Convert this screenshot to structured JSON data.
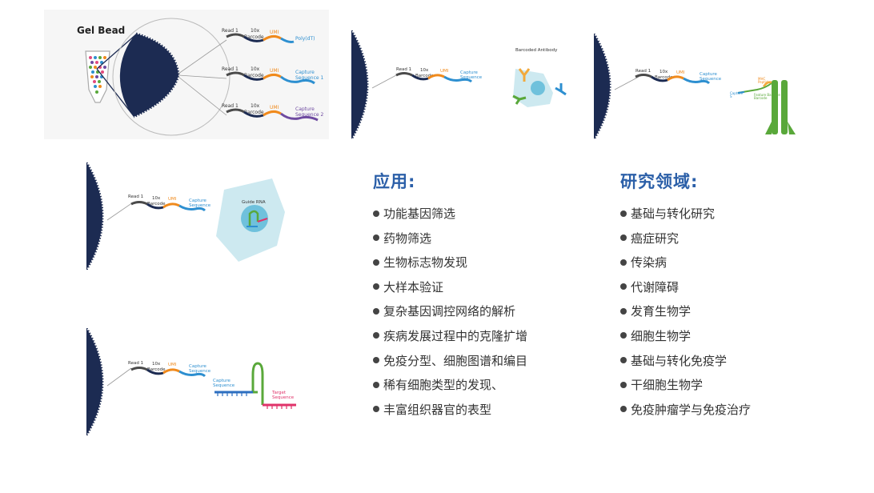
{
  "labels": {
    "gel_bead": "Gel Bead",
    "read1": "Read 1",
    "x10": "10x",
    "barcode": "Barcode",
    "umi": "UMI",
    "polydt": "Poly(dT)",
    "capture": "Capture",
    "sequence": "Sequence",
    "sequence1": "Sequence 1",
    "sequence2": "Sequence 2",
    "barcoded_antibody": "Barcoded Antibody",
    "guide_rna": "Guide RNA",
    "target": "Target",
    "mhc_a": "MHC",
    "mhc_b": "Peptide",
    "capture_s": "Capture",
    "s_label": "S",
    "feature_barcode": "Feature Barcode",
    "feat_b": "Barcode"
  },
  "colors": {
    "navy": "#1c2b52",
    "gray_strand": "#4a4a4a",
    "orange": "#f08a1c",
    "blue": "#2d8fd0",
    "purple": "#6e4aa0",
    "green": "#59a83a",
    "pink": "#e0336a",
    "accent_title": "#2b5fa8"
  },
  "applications": {
    "title": "应用:",
    "items": [
      "功能基因筛选",
      "药物筛选",
      "生物标志物发现",
      "大样本验证",
      "复杂基因调控网络的解析",
      "疾病发展过程中的克隆扩增",
      "免疫分型、细胞图谱和编目",
      "稀有细胞类型的发现、",
      "丰富组织器官的表型"
    ]
  },
  "research": {
    "title": "研究领域:",
    "items": [
      "基础与转化研究",
      "癌症研究",
      "传染病",
      "代谢障碍",
      "发育生物学",
      "细胞生物学",
      "基础与转化免疫学",
      "干细胞生物学",
      "免疫肿瘤学与免疫治疗"
    ]
  }
}
